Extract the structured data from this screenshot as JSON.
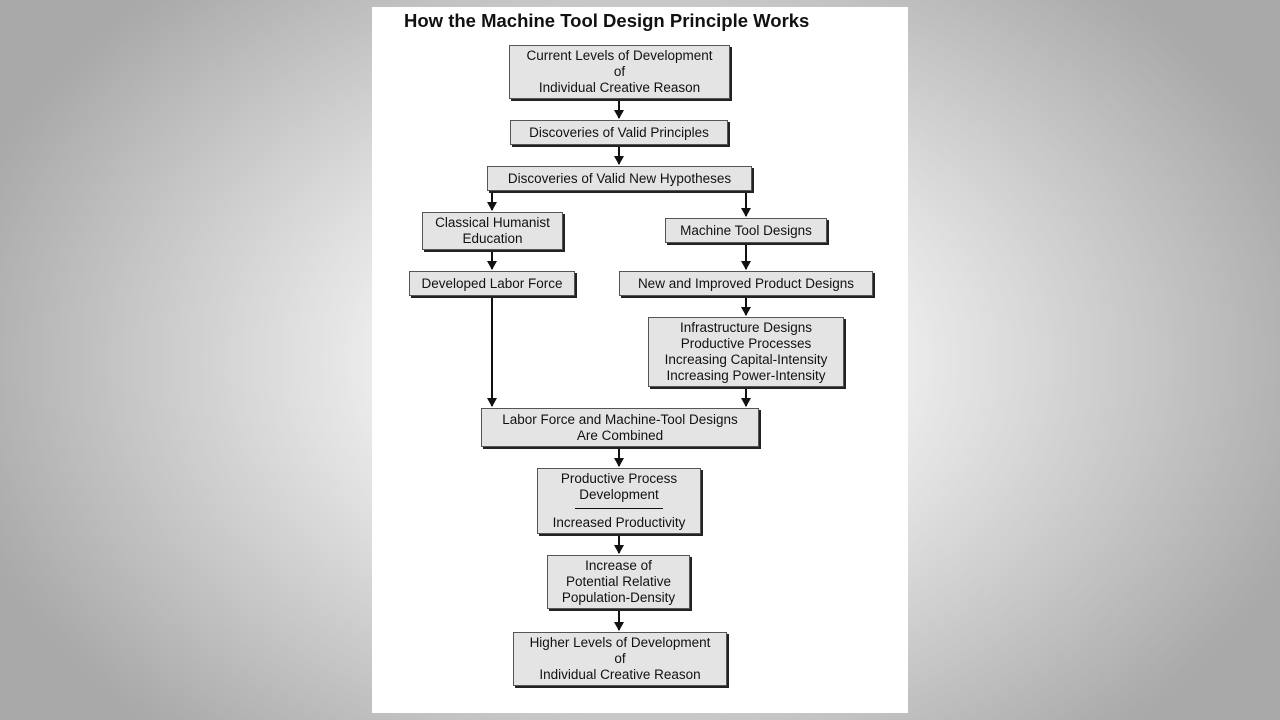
{
  "title": "How the Machine Tool Design Principle Works",
  "nodes": {
    "current_levels": [
      "Current Levels of Development",
      "of",
      "Individual Creative Reason"
    ],
    "valid_principles": [
      "Discoveries of Valid Principles"
    ],
    "valid_hypotheses": [
      "Discoveries of Valid New Hypotheses"
    ],
    "classical_education": [
      "Classical Humanist",
      "Education"
    ],
    "machine_tool_designs": [
      "Machine Tool Designs"
    ],
    "developed_labor_force": [
      "Developed Labor Force"
    ],
    "product_designs": [
      "New and Improved Product Designs"
    ],
    "infrastructure": [
      "Infrastructure Designs",
      "Productive Processes",
      "Increasing Capital-Intensity",
      "Increasing Power-Intensity"
    ],
    "labor_combined": [
      "Labor Force and Machine-Tool Designs",
      "Are Combined"
    ],
    "productive_process": [
      "Productive Process",
      "Development"
    ],
    "increased_productivity": "Increased Productivity",
    "population_density": [
      "Increase of",
      "Potential Relative",
      "Population-Density"
    ],
    "higher_levels": [
      "Higher Levels of Development",
      "of",
      "Individual Creative Reason"
    ]
  }
}
